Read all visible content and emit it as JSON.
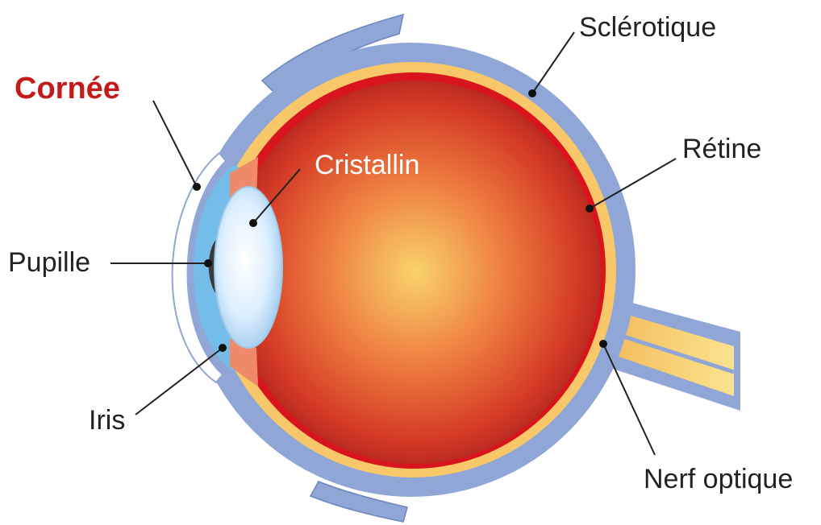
{
  "diagram": {
    "labels": {
      "cornee": "Cornée",
      "sclerotique": "Sclérotique",
      "cristallin": "Cristallin",
      "retine": "Rétine",
      "pupille": "Pupille",
      "iris": "Iris",
      "nerf_optique": "Nerf optique"
    },
    "colors": {
      "highlight": "#c41a1a",
      "sclera": "#8fa6d6",
      "retina": "#f7c769",
      "choroid": "#d8141c",
      "vitreous_center": "#f8d36c",
      "vitreous_edge": "#b7231e",
      "cornea": "#74bde8",
      "lens": "#d6ecfb",
      "iris": "#ee8a6a",
      "pupil": "#3a3a3a",
      "optic_nerve": "#f3c267"
    }
  }
}
